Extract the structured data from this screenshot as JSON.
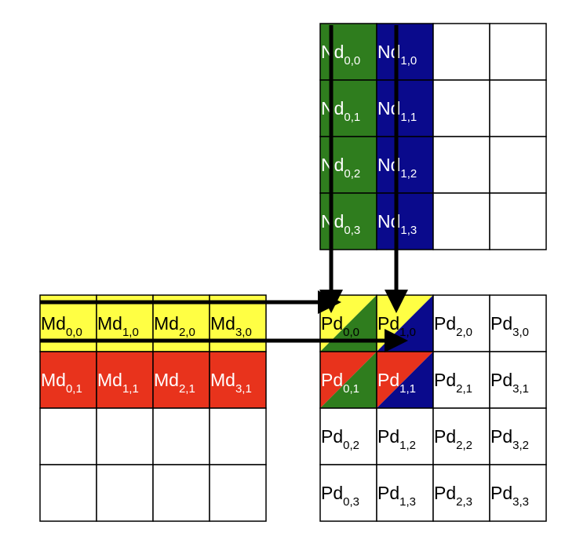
{
  "colors": {
    "green": "#2f7d1e",
    "navy": "#0a0a8c",
    "yellow": "#ffff44",
    "red": "#e8331c",
    "white": "#ffffff",
    "grid": "#000000",
    "text_dark": "#000000",
    "text_light": "#ffffff"
  },
  "nd_matrix": {
    "cells": [
      {
        "row": 0,
        "col": 0,
        "base": "Nd",
        "sub": "0,0",
        "fill": "green"
      },
      {
        "row": 0,
        "col": 1,
        "base": "Nd",
        "sub": "1,0",
        "fill": "navy"
      },
      {
        "row": 1,
        "col": 0,
        "base": "Nd",
        "sub": "0,1",
        "fill": "green"
      },
      {
        "row": 1,
        "col": 1,
        "base": "Nd",
        "sub": "1,1",
        "fill": "navy"
      },
      {
        "row": 2,
        "col": 0,
        "base": "Nd",
        "sub": "0,2",
        "fill": "green"
      },
      {
        "row": 2,
        "col": 1,
        "base": "Nd",
        "sub": "1,2",
        "fill": "navy"
      },
      {
        "row": 3,
        "col": 0,
        "base": "Nd",
        "sub": "0,3",
        "fill": "green"
      },
      {
        "row": 3,
        "col": 1,
        "base": "Nd",
        "sub": "1,3",
        "fill": "navy"
      }
    ]
  },
  "md_matrix": {
    "cells": [
      {
        "row": 0,
        "col": 0,
        "base": "Md",
        "sub": "0,0",
        "fill": "yellow"
      },
      {
        "row": 0,
        "col": 1,
        "base": "Md",
        "sub": "1,0",
        "fill": "yellow"
      },
      {
        "row": 0,
        "col": 2,
        "base": "Md",
        "sub": "2,0",
        "fill": "yellow"
      },
      {
        "row": 0,
        "col": 3,
        "base": "Md",
        "sub": "3,0",
        "fill": "yellow"
      },
      {
        "row": 1,
        "col": 0,
        "base": "Md",
        "sub": "0,1",
        "fill": "red"
      },
      {
        "row": 1,
        "col": 1,
        "base": "Md",
        "sub": "1,1",
        "fill": "red"
      },
      {
        "row": 1,
        "col": 2,
        "base": "Md",
        "sub": "2,1",
        "fill": "red"
      },
      {
        "row": 1,
        "col": 3,
        "base": "Md",
        "sub": "3,1",
        "fill": "red"
      }
    ]
  },
  "pd_matrix": {
    "cells": [
      {
        "row": 0,
        "col": 0,
        "base": "Pd",
        "sub": "0,0",
        "split": [
          "yellow",
          "green"
        ]
      },
      {
        "row": 0,
        "col": 1,
        "base": "Pd",
        "sub": "1,0",
        "split": [
          "yellow",
          "navy"
        ]
      },
      {
        "row": 0,
        "col": 2,
        "base": "Pd",
        "sub": "2,0"
      },
      {
        "row": 0,
        "col": 3,
        "base": "Pd",
        "sub": "3,0"
      },
      {
        "row": 1,
        "col": 0,
        "base": "Pd",
        "sub": "0,1",
        "split": [
          "red",
          "green"
        ]
      },
      {
        "row": 1,
        "col": 1,
        "base": "Pd",
        "sub": "1,1",
        "split": [
          "red",
          "navy"
        ]
      },
      {
        "row": 1,
        "col": 2,
        "base": "Pd",
        "sub": "2,1"
      },
      {
        "row": 1,
        "col": 3,
        "base": "Pd",
        "sub": "3,1"
      },
      {
        "row": 2,
        "col": 0,
        "base": "Pd",
        "sub": "0,2"
      },
      {
        "row": 2,
        "col": 1,
        "base": "Pd",
        "sub": "1,2"
      },
      {
        "row": 2,
        "col": 2,
        "base": "Pd",
        "sub": "2,2"
      },
      {
        "row": 2,
        "col": 3,
        "base": "Pd",
        "sub": "3,2"
      },
      {
        "row": 3,
        "col": 0,
        "base": "Pd",
        "sub": "0,3"
      },
      {
        "row": 3,
        "col": 1,
        "base": "Pd",
        "sub": "1,3"
      },
      {
        "row": 3,
        "col": 2,
        "base": "Pd",
        "sub": "2,3"
      },
      {
        "row": 3,
        "col": 3,
        "base": "Pd",
        "sub": "3,3"
      }
    ]
  }
}
